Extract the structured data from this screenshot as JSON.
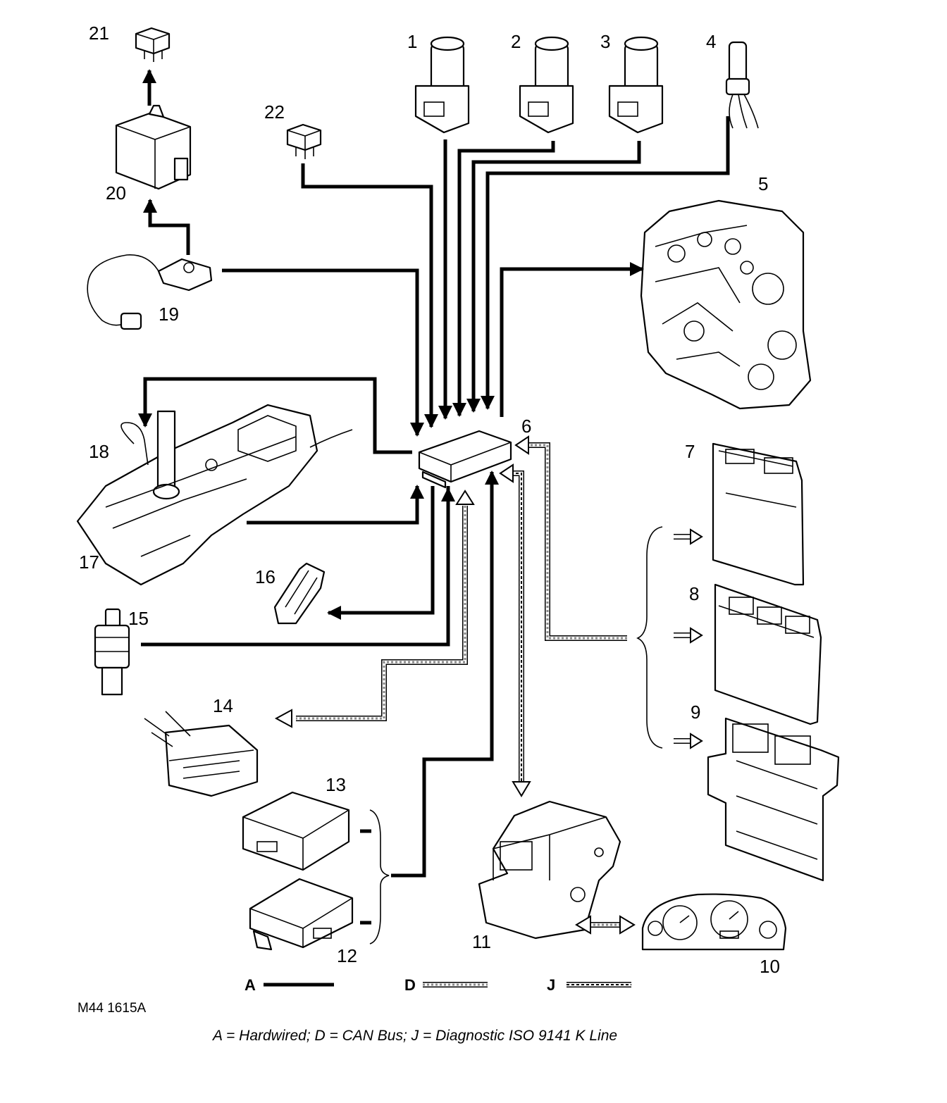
{
  "figure": {
    "reference": "M44 1615A",
    "caption": "A = Hardwired; D = CAN Bus; J = Diagnostic ISO 9141 K Line"
  },
  "components": [
    {
      "number": "1",
      "icon": "solenoid-icon"
    },
    {
      "number": "2",
      "icon": "solenoid-icon"
    },
    {
      "number": "3",
      "icon": "solenoid-icon"
    },
    {
      "number": "4",
      "icon": "sensor-icon"
    },
    {
      "number": "5",
      "icon": "valve-body-icon"
    },
    {
      "number": "6",
      "icon": "control-module-icon"
    },
    {
      "number": "7",
      "icon": "ecu-icon"
    },
    {
      "number": "8",
      "icon": "ecu-icon"
    },
    {
      "number": "9",
      "icon": "ecu-icon"
    },
    {
      "number": "10",
      "icon": "instrument-cluster-icon"
    },
    {
      "number": "11",
      "icon": "abs-modulator-icon"
    },
    {
      "number": "12",
      "icon": "module-icon"
    },
    {
      "number": "13",
      "icon": "module-icon"
    },
    {
      "number": "14",
      "icon": "diagnostic-connector-icon"
    },
    {
      "number": "15",
      "icon": "brake-switch-icon"
    },
    {
      "number": "16",
      "icon": "switch-icon"
    },
    {
      "number": "17",
      "icon": "selector-assembly-icon"
    },
    {
      "number": "18",
      "icon": "harness-icon"
    },
    {
      "number": "19",
      "icon": "position-switch-icon"
    },
    {
      "number": "20",
      "icon": "module-icon"
    },
    {
      "number": "21",
      "icon": "relay-icon"
    },
    {
      "number": "22",
      "icon": "relay-icon"
    }
  ],
  "legend": [
    {
      "key": "A",
      "line_style": "solid"
    },
    {
      "key": "D",
      "line_style": "can-bus"
    },
    {
      "key": "J",
      "line_style": "diagnostic"
    }
  ]
}
